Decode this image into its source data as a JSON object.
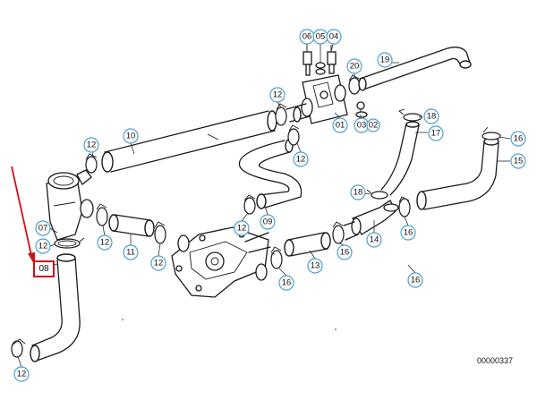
{
  "diagram": {
    "code": "00000337",
    "highlight_color": "#d0101b",
    "callout_color": "#4aa0cf",
    "highlighted_label": "08",
    "callouts": [
      {
        "id": "c06",
        "label": "06"
      },
      {
        "id": "c05",
        "label": "05"
      },
      {
        "id": "c04",
        "label": "04"
      },
      {
        "id": "c20",
        "label": "20"
      },
      {
        "id": "c19",
        "label": "19"
      },
      {
        "id": "c12a",
        "label": "12"
      },
      {
        "id": "c18a",
        "label": "18"
      },
      {
        "id": "c17",
        "label": "17"
      },
      {
        "id": "c10",
        "label": "10"
      },
      {
        "id": "c12b",
        "label": "12"
      },
      {
        "id": "c01",
        "label": "01"
      },
      {
        "id": "c03",
        "label": "03"
      },
      {
        "id": "c02",
        "label": "02"
      },
      {
        "id": "c16a",
        "label": "16"
      },
      {
        "id": "c15",
        "label": "15"
      },
      {
        "id": "c12c",
        "label": "12"
      },
      {
        "id": "c12d",
        "label": "12"
      },
      {
        "id": "c18b",
        "label": "18"
      },
      {
        "id": "c12e",
        "label": "12"
      },
      {
        "id": "c09",
        "label": "09"
      },
      {
        "id": "c07",
        "label": "07"
      },
      {
        "id": "c12f",
        "label": "12"
      },
      {
        "id": "c11",
        "label": "11"
      },
      {
        "id": "c12g",
        "label": "12"
      },
      {
        "id": "c12h",
        "label": "12"
      },
      {
        "id": "c14",
        "label": "14"
      },
      {
        "id": "c16b",
        "label": "16"
      },
      {
        "id": "c13",
        "label": "13"
      },
      {
        "id": "c16c",
        "label": "16"
      },
      {
        "id": "c16d",
        "label": "16"
      },
      {
        "id": "c16e",
        "label": "16"
      },
      {
        "id": "c12i",
        "label": "12"
      }
    ]
  }
}
